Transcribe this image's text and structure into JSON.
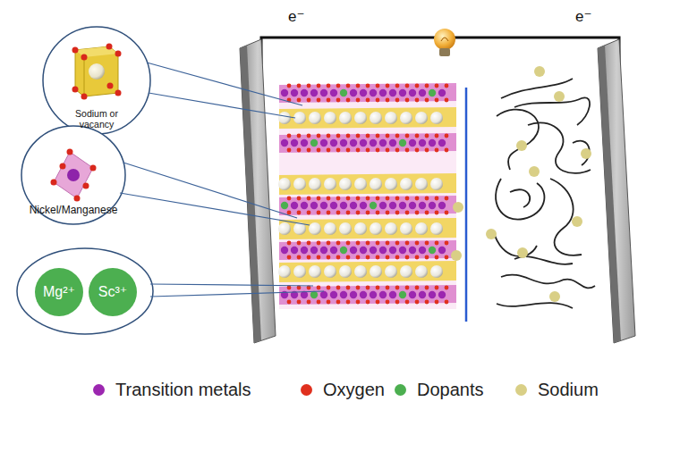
{
  "diagram": {
    "nodes": [
      {
        "text": [
          "Sodium or vacancy"
        ]
      },
      {
        "text": [
          "Nickel/Manganese"
        ]
      },
      {
        "text": [
          "Mg²⁺"
        ]
      },
      {
        "text": [
          "Sc³⁺"
        ]
      }
    ],
    "labels": [
      "e⁻",
      "e⁻"
    ],
    "legend": [
      {
        "text": "Transition metals",
        "color": "#9c27b0"
      },
      {
        "text": "Oxygen",
        "color": "#e0301e"
      },
      {
        "text": "Dopants",
        "color": "#4caf50"
      },
      {
        "text": "Sodium",
        "color": "#d9cf86"
      }
    ]
  }
}
